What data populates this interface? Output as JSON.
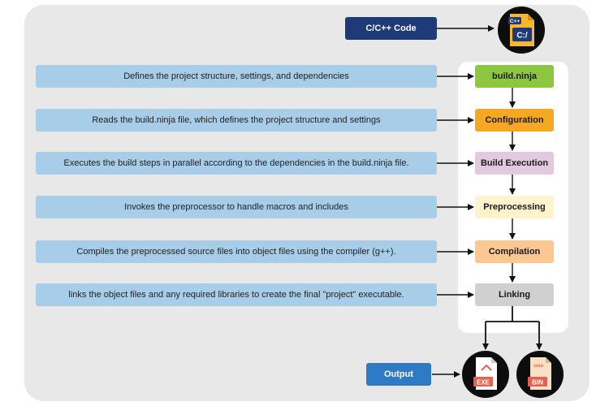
{
  "input": {
    "label": "C/C++ Code",
    "icon": "cpp-file-icon",
    "icon_text": "C:/",
    "icon_badge": "C++"
  },
  "steps": [
    {
      "label": "build.ninja",
      "description": "Defines the project structure, settings, and dependencies",
      "color": "#8dc63f"
    },
    {
      "label": "Configuration",
      "description": "Reads the build.ninja file, which defines the project structure and settings",
      "color": "#f7a823"
    },
    {
      "label": "Build Execution",
      "description": "Executes the build steps in parallel according to the dependencies in the build.ninja file.",
      "color": "#e3c9dd"
    },
    {
      "label": "Preprocessing",
      "description": "Invokes the preprocessor to handle macros and includes",
      "color": "#fdf3cc"
    },
    {
      "label": "Compilation",
      "description": "Compiles the preprocessed source files into object files using the compiler (g++).",
      "color": "#fbc792"
    },
    {
      "label": "Linking",
      "description": "links the object files and any required libraries to create the final \"project\" executable.",
      "color": "#d0d0d0"
    }
  ],
  "output": {
    "label": "Output",
    "exe_icon": "exe-file-icon",
    "exe_text": "EXE",
    "bin_icon": "bin-file-icon",
    "bin_text": "BIN",
    "bin_digits": "1010"
  },
  "colors": {
    "navy": "#1f3a78",
    "output_blue": "#2f7ac4",
    "desc_blue": "#a8cde8",
    "panel": "#e8e8e8"
  }
}
